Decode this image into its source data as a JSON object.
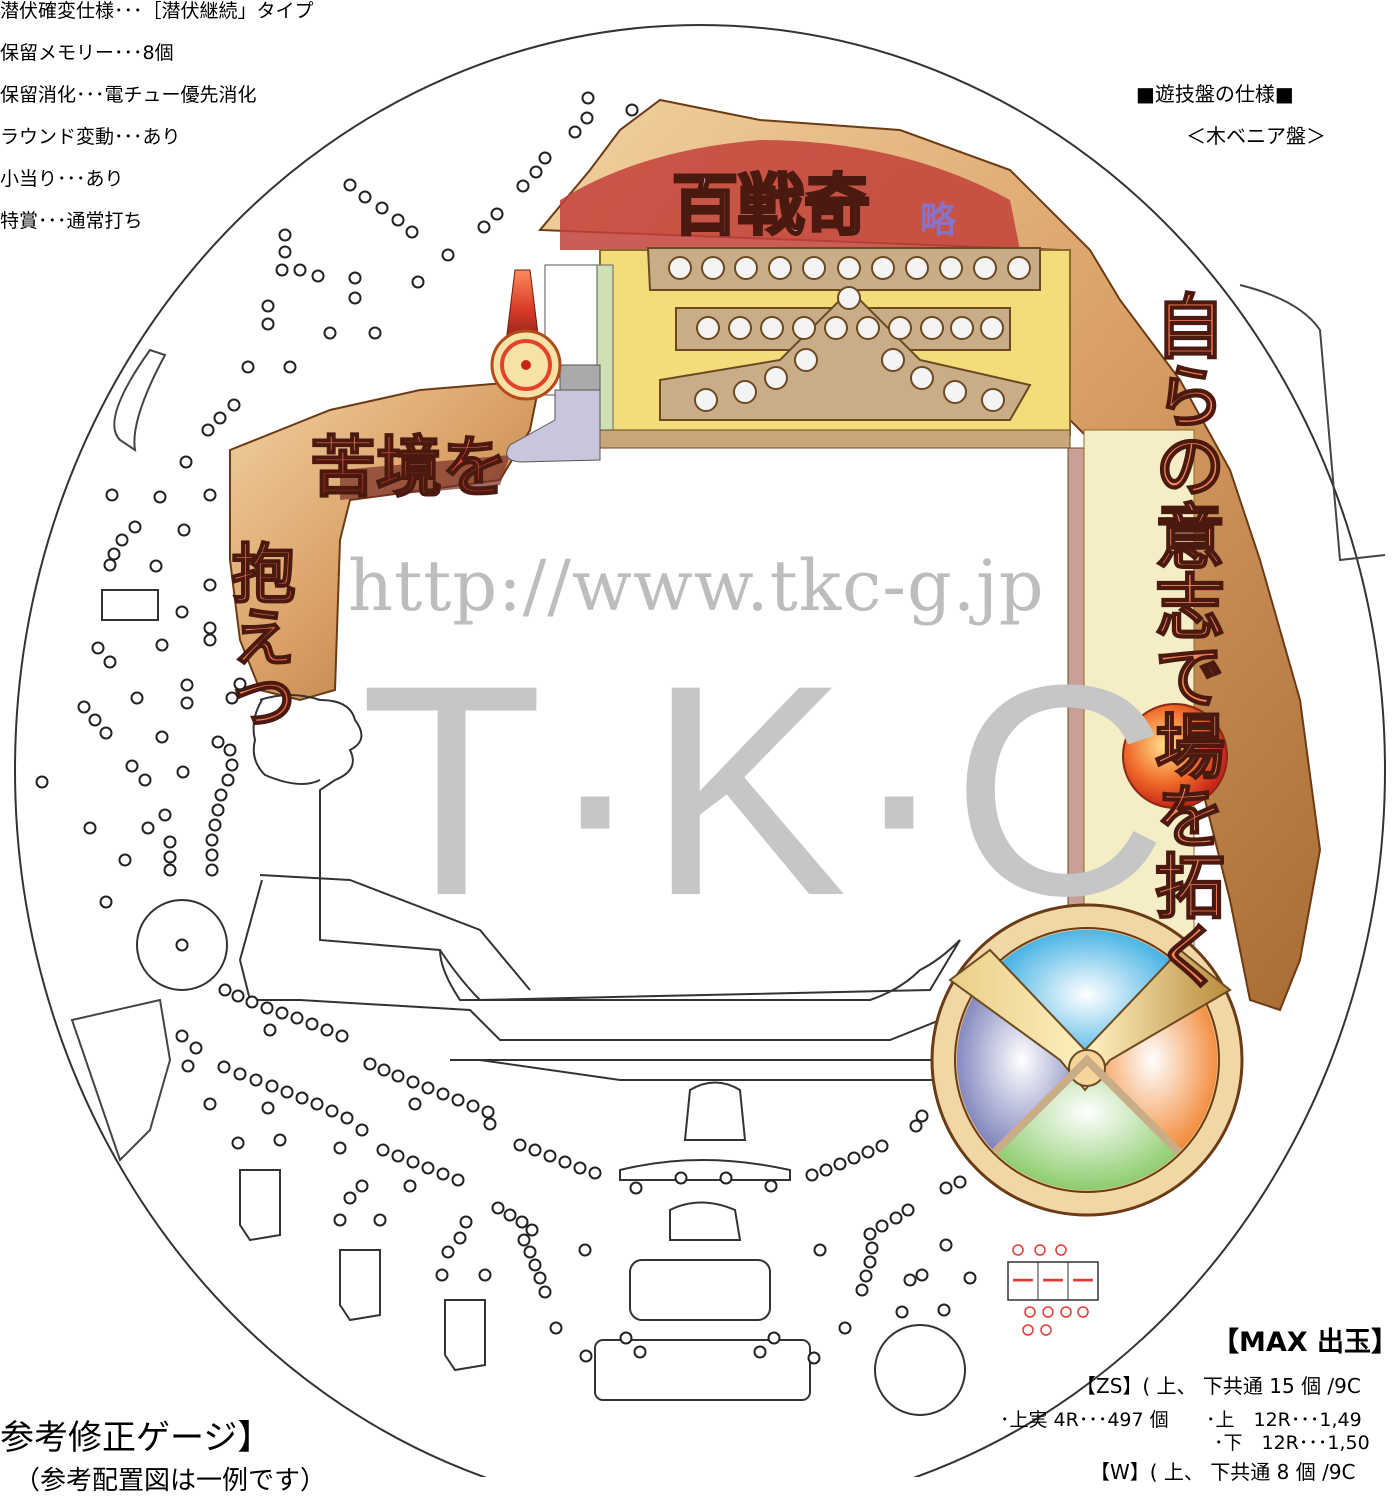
{
  "specs": [
    "潜伏確変仕様･･･［潜伏継続」タイプ",
    "保留メモリー･･･8個",
    "保留消化･･･電チュー優先消化",
    "ラウンド変動･･･あり",
    "小当り･･･あり",
    "特賞･･･通常打ち"
  ],
  "board_spec": {
    "title": "■遊技盤の仕様■",
    "type": "＜木ベニア盤＞"
  },
  "board_art": {
    "title_main": "百戦奇",
    "title_small": "略",
    "left_banner": [
      "苦境を",
      "抱えつ"
    ],
    "right_banner": "自らの意志で場を拓く"
  },
  "watermark": {
    "url": "http://www.tkc-g.jp",
    "logo": "T·K·C"
  },
  "max_payout": {
    "title": "【MAX 出玉】",
    "zs": "【ZS】( 上、 下共通 15 個 /9C",
    "upper_4r": "･上実 4R･･･497 個",
    "upper_12r": "･上　12R･･･1,49",
    "lower_12r": "･下　12R･･･1,50",
    "w": "【W】( 上、 下共通 8 個 /9C"
  },
  "gauge": {
    "title": "参考修正ゲージ】",
    "subtitle": "（参考配置図は一例です）"
  },
  "colors": {
    "outline": "#333333",
    "banner_fire": "#c0392b",
    "wood": "#d9a066",
    "screen_frame": "#e8d27a",
    "roulette_blue": "#3fb6e6",
    "roulette_orange": "#f08a2c",
    "roulette_green": "#a6d58a",
    "roulette_purple": "#7f86c0",
    "watermark": "#c6c6c6",
    "counter_red": "#e53935"
  },
  "counter": {
    "digits": [
      "－",
      "－",
      "－"
    ]
  }
}
